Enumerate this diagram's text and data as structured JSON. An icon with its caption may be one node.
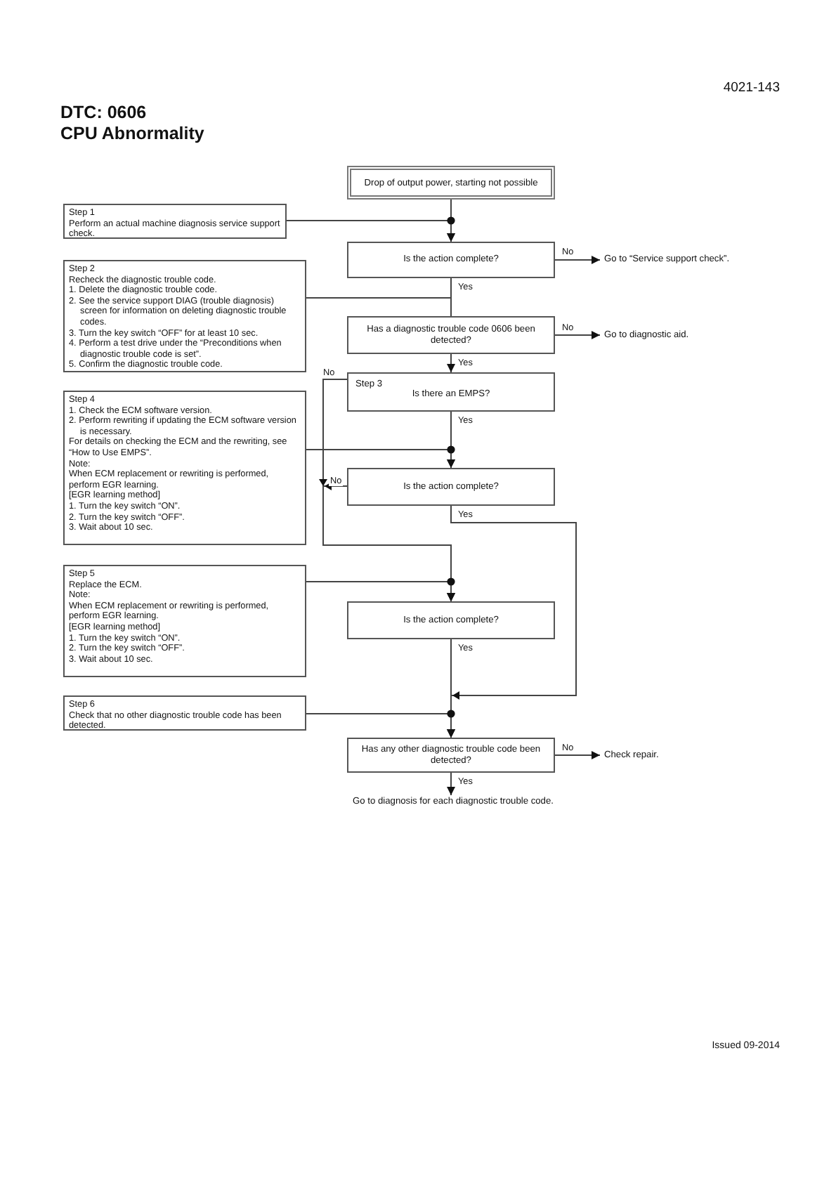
{
  "diagram": {
    "title": "DTC: 0606",
    "nodes": [
      {
        "text": [
          "Drop of output power, starting not possible"
        ]
      },
      {
        "text": [
          "Step 1",
          "Perform an actual machine diagnosis service support check."
        ]
      },
      {
        "text": [
          "Is the action complete?"
        ]
      },
      {
        "text": [
          "Go to “Service support check”."
        ]
      },
      {
        "text": [
          "Step 2",
          "Recheck the diagnostic trouble code.",
          "1. Delete the diagnostic trouble code.",
          "2. See the service support DIAG (trouble diagnosis) screen for information on deleting diagnostic trouble codes.",
          "3. Turn the key switch “OFF” for at least 10 sec.",
          "4. Perform a test drive under the “Preconditions when diagnostic trouble code is set”.",
          "5. Confirm the diagnostic trouble code."
        ]
      },
      {
        "text": [
          "Has a diagnostic trouble code 0606 been detected?"
        ]
      },
      {
        "text": [
          "Go to diagnostic aid."
        ]
      },
      {
        "text": [
          "Step 3",
          "Is there an EMPS?"
        ]
      },
      {
        "text": [
          "Step 4",
          "1. Check the ECM software version.",
          "2. Perform rewriting if updating the ECM software version is necessary.",
          "For details on checking the ECM and the rewriting, see “How to Use EMPS”.",
          "Note:",
          "When ECM replacement or rewriting is performed, perform EGR learning.",
          "[EGR learning method]",
          "1. Turn the key switch “ON”.",
          "2. Turn the key switch “OFF”.",
          "3. Wait about 10 sec."
        ]
      },
      {
        "text": [
          "Is the action complete?"
        ]
      },
      {
        "text": [
          "Step 5",
          "Replace the ECM.",
          "Note:",
          "When ECM replacement or rewriting is performed, perform EGR learning.",
          "[EGR learning method]",
          "1. Turn the key switch “ON”.",
          "2. Turn the key switch “OFF”.",
          "3. Wait about 10 sec."
        ]
      },
      {
        "text": [
          "Is the action complete?"
        ]
      },
      {
        "text": [
          "Step 6",
          "Check that no other diagnostic trouble code has been detected."
        ]
      },
      {
        "text": [
          "Has any other diagnostic trouble code been detected?"
        ]
      },
      {
        "text": [
          "Check repair."
        ]
      },
      {
        "text": [
          "Go to diagnosis for each diagnostic trouble code."
        ]
      }
    ],
    "edges": [
      {
        "from": 0,
        "to": 2,
        "arrow": "to"
      },
      {
        "from": 1,
        "to": 2,
        "arrow": "to"
      },
      {
        "from": 2,
        "to": 3,
        "arrow": "to",
        "label": "No"
      },
      {
        "from": 2,
        "to": 5,
        "arrow": "none",
        "label": "Yes"
      },
      {
        "from": 4,
        "to": 5,
        "arrow": "none"
      },
      {
        "from": 5,
        "to": 6,
        "arrow": "to",
        "label": "No"
      },
      {
        "from": 5,
        "to": 7,
        "arrow": "to",
        "label": "Yes"
      },
      {
        "from": 7,
        "to": 9,
        "arrow": "to",
        "label": "Yes"
      },
      {
        "from": 8,
        "to": 9,
        "arrow": "to"
      },
      {
        "from": 7,
        "to": 11,
        "arrow": "to",
        "label": "No"
      },
      {
        "from": 9,
        "to": 11,
        "arrow": "to",
        "label": "No"
      },
      {
        "from": 9,
        "to": 13,
        "arrow": "to",
        "label": "Yes"
      },
      {
        "from": 10,
        "to": 11,
        "arrow": "to"
      },
      {
        "from": 11,
        "to": 13,
        "arrow": "to",
        "label": "Yes"
      },
      {
        "from": 12,
        "to": 13,
        "arrow": "to"
      },
      {
        "from": 13,
        "to": 14,
        "arrow": "to",
        "label": "No"
      },
      {
        "from": 13,
        "to": 15,
        "arrow": "to",
        "label": "Yes"
      }
    ],
    "labels": [
      "4021-143",
      "CPU Abnormality",
      "Issued 09-2014"
    ]
  }
}
